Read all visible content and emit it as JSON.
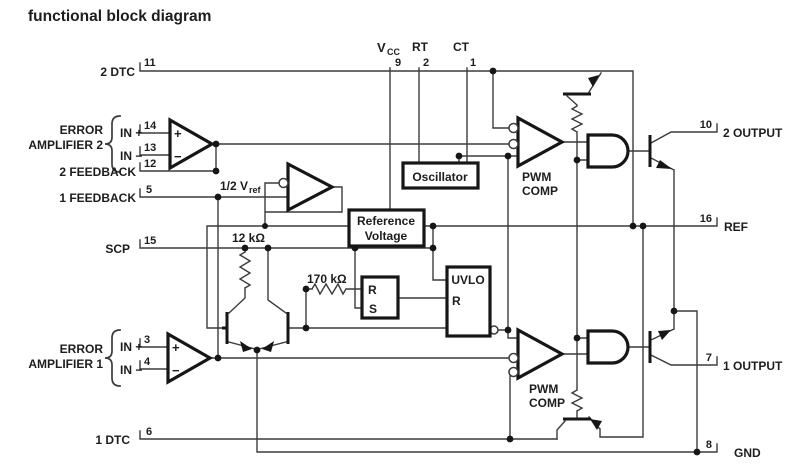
{
  "title": "functional block diagram",
  "pins": {
    "p11": {
      "num": "11",
      "name": "2 DTC"
    },
    "p14": {
      "num": "14",
      "name": "IN +"
    },
    "p13": {
      "num": "13",
      "name": "IN −"
    },
    "p12": {
      "num": "12",
      "name": "2 FEEDBACK"
    },
    "p5": {
      "num": "5",
      "name": "1 FEEDBACK"
    },
    "p15": {
      "num": "15",
      "name": "SCP"
    },
    "p3": {
      "num": "3",
      "name": "IN +"
    },
    "p4": {
      "num": "4",
      "name": "IN −"
    },
    "p6": {
      "num": "6",
      "name": "1 DTC"
    },
    "p9": {
      "num": "9",
      "name_main": "V",
      "name_sub": "CC"
    },
    "p2": {
      "num": "2",
      "name": "RT"
    },
    "p1": {
      "num": "1",
      "name": "CT"
    },
    "p10": {
      "num": "10",
      "name": "2 OUTPUT"
    },
    "p16": {
      "num": "16",
      "name": "REF"
    },
    "p7": {
      "num": "7",
      "name": "1 OUTPUT"
    },
    "p8": {
      "num": "8",
      "name": "GND"
    }
  },
  "amplifiers": {
    "ea2": {
      "line1": "ERROR",
      "line2": "AMPLIFIER 2",
      "plus": "+",
      "minus": "−"
    },
    "ea1": {
      "line1": "ERROR",
      "line2": "AMPLIFIER 1",
      "plus": "+",
      "minus": "−"
    }
  },
  "blocks": {
    "oscillator": "Oscillator",
    "reference_line1": "Reference",
    "reference_line2": "Voltage",
    "uvlo": "UVLO",
    "uvlo_r": "R",
    "latch_r": "R",
    "latch_s": "S"
  },
  "labels": {
    "half_vref_main": "1/2 V",
    "half_vref_sub": "ref",
    "r12k": "12 kΩ",
    "r170k": "170 kΩ",
    "pwm2_line1": "PWM",
    "pwm2_line2": "COMP",
    "pwm1_line1": "PWM",
    "pwm1_line2": "COMP"
  },
  "colors": {
    "ink": "#161616",
    "wire": "#3c3c3c",
    "text": "#1d1d1d",
    "background": "#ffffff"
  }
}
